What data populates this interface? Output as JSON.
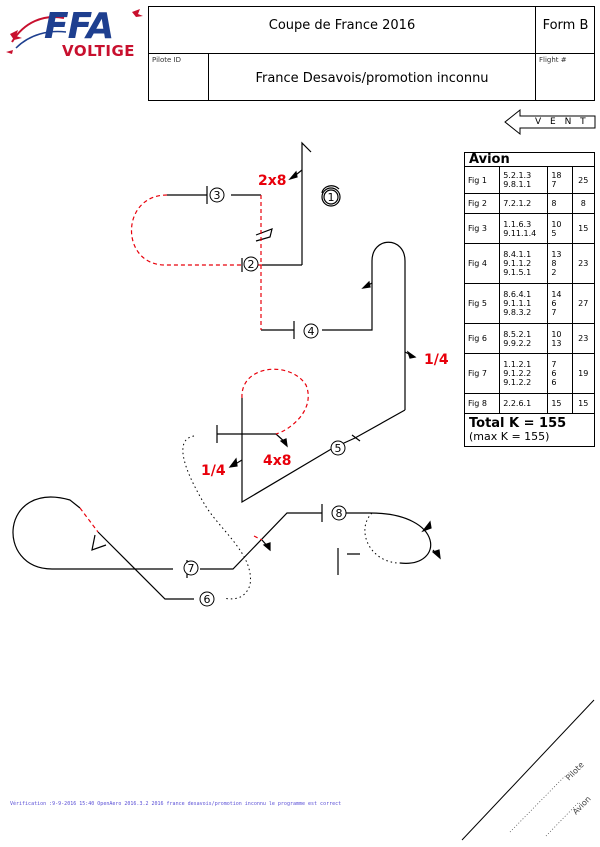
{
  "header": {
    "logo_ffa": "FFA",
    "logo_voltige": "VOLTIGE",
    "title": "Coupe de France 2016",
    "form": "Form B",
    "pilot_id_label": "Pilote ID",
    "flight_label": "Flight #",
    "program": "France Desavois/promotion inconnu"
  },
  "wind": {
    "label": "V E N T"
  },
  "table": {
    "title": "Avion",
    "rows": [
      {
        "fig": "Fig 1",
        "cat": "5.2.1.3\n9.8.1.1",
        "vals": "18\n7",
        "total": "25"
      },
      {
        "fig": "Fig 2",
        "cat": "7.2.1.2",
        "vals": "8",
        "total": "8"
      },
      {
        "fig": "Fig 3",
        "cat": "1.1.6.3\n9.11.1.4",
        "vals": "10\n5",
        "total": "15"
      },
      {
        "fig": "Fig 4",
        "cat": "8.4.1.1\n9.1.1.2\n9.1.5.1",
        "vals": "13\n8\n2",
        "total": "23"
      },
      {
        "fig": "Fig 5",
        "cat": "8.6.4.1\n9.1.1.1\n9.8.3.2",
        "vals": "14\n6\n7",
        "total": "27"
      },
      {
        "fig": "Fig 6",
        "cat": "8.5.2.1\n9.9.2.2",
        "vals": "10\n13",
        "total": "23"
      },
      {
        "fig": "Fig 7",
        "cat": "1.1.2.1\n9.1.2.2\n9.1.2.2",
        "vals": "7\n6\n6",
        "total": "19"
      },
      {
        "fig": "Fig 8",
        "cat": "2.2.6.1",
        "vals": "15",
        "total": "15"
      }
    ],
    "total": "Total K = 155",
    "max": "(max K = 155)"
  },
  "diagram": {
    "labels": [
      "2x8",
      "1/4",
      "4x8",
      "1/4"
    ],
    "figure_numbers": [
      "1",
      "2",
      "3",
      "4",
      "5",
      "6",
      "7",
      "8"
    ],
    "colors": {
      "red": "#e8000b",
      "ink": "#000000",
      "logo_blue": "#1e3f8f",
      "logo_red": "#c8102e"
    }
  },
  "footer": {
    "text": "Vérification :9-9-2016 15:40 OpenAero 2016.3.2 2016 france desavois/promotion inconnu le programme est correct"
  },
  "signature": {
    "pilote": "Pilote",
    "avion": "Avion"
  }
}
